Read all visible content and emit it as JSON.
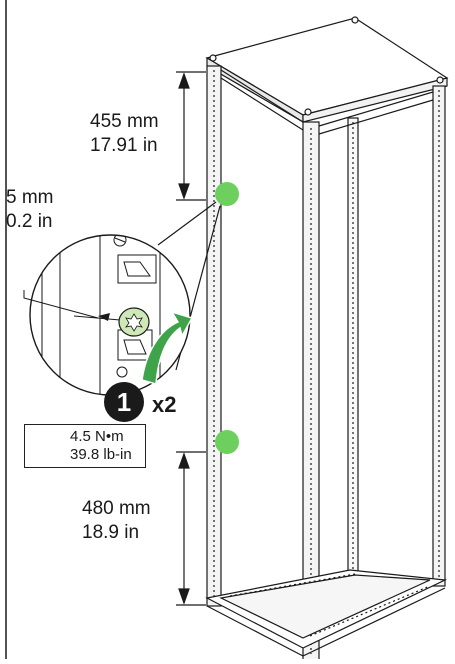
{
  "dimensions": {
    "top": {
      "metric": "455 mm",
      "imperial": "17.91 in"
    },
    "screw": {
      "metric": "5 mm",
      "imperial": "0.2 in"
    },
    "bottom": {
      "metric": "480 mm",
      "imperial": "18.9 in"
    }
  },
  "step": {
    "number": "1",
    "multiplier": "x2"
  },
  "torque": {
    "metric": "4.5 N•m",
    "imperial": "39.8 lb-in",
    "tool_icon": "torx-icon"
  },
  "colors": {
    "marker": "#6ccf5e",
    "arrow": "#3fa34a",
    "screw": "#cfe8b8",
    "line": "#1a1a1a"
  }
}
